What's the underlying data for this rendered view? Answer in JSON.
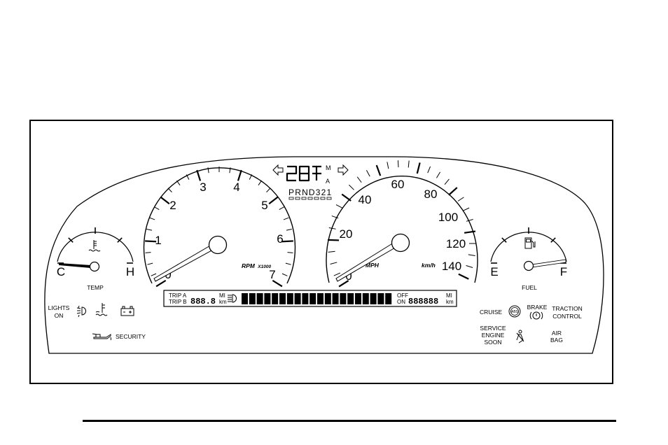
{
  "tachometer": {
    "ticks": [
      "0",
      "1",
      "2",
      "3",
      "4",
      "5",
      "6",
      "7"
    ],
    "unit": "RPM",
    "multiplier": "X1000"
  },
  "speedometer": {
    "ticks": [
      "0",
      "20",
      "40",
      "60",
      "80",
      "100",
      "120",
      "140"
    ],
    "unit_mph": "MPH",
    "unit_kmh": "km/h"
  },
  "temp_gauge": {
    "low": "C",
    "high": "H",
    "label": "TEMP"
  },
  "fuel_gauge": {
    "low": "E",
    "high": "F",
    "label": "FUEL"
  },
  "gear_indicator": {
    "top_right": "M",
    "bottom_right": "A",
    "prnd": "PRND321"
  },
  "trip_display": {
    "trip_a": "TRIP A",
    "trip_b": "TRIP B",
    "trip_value": "888.8",
    "unit_mi": "MI",
    "unit_km": "km",
    "off": "OFF",
    "on": "ON",
    "odometer_value": "888888",
    "odo_unit_mi": "MI",
    "odo_unit_km": "km"
  },
  "warnings": {
    "lights_on_1": "LIGHTS",
    "lights_on_2": "ON",
    "security": "SECURITY",
    "cruise": "CRUISE",
    "abs": "ABS",
    "brake": "BRAKE",
    "traction_1": "TRACTION",
    "traction_2": "CONTROL",
    "service_1": "SERVICE",
    "service_2": "ENGINE",
    "service_3": "SOON",
    "airbag_1": "AIR",
    "airbag_2": "BAG"
  }
}
